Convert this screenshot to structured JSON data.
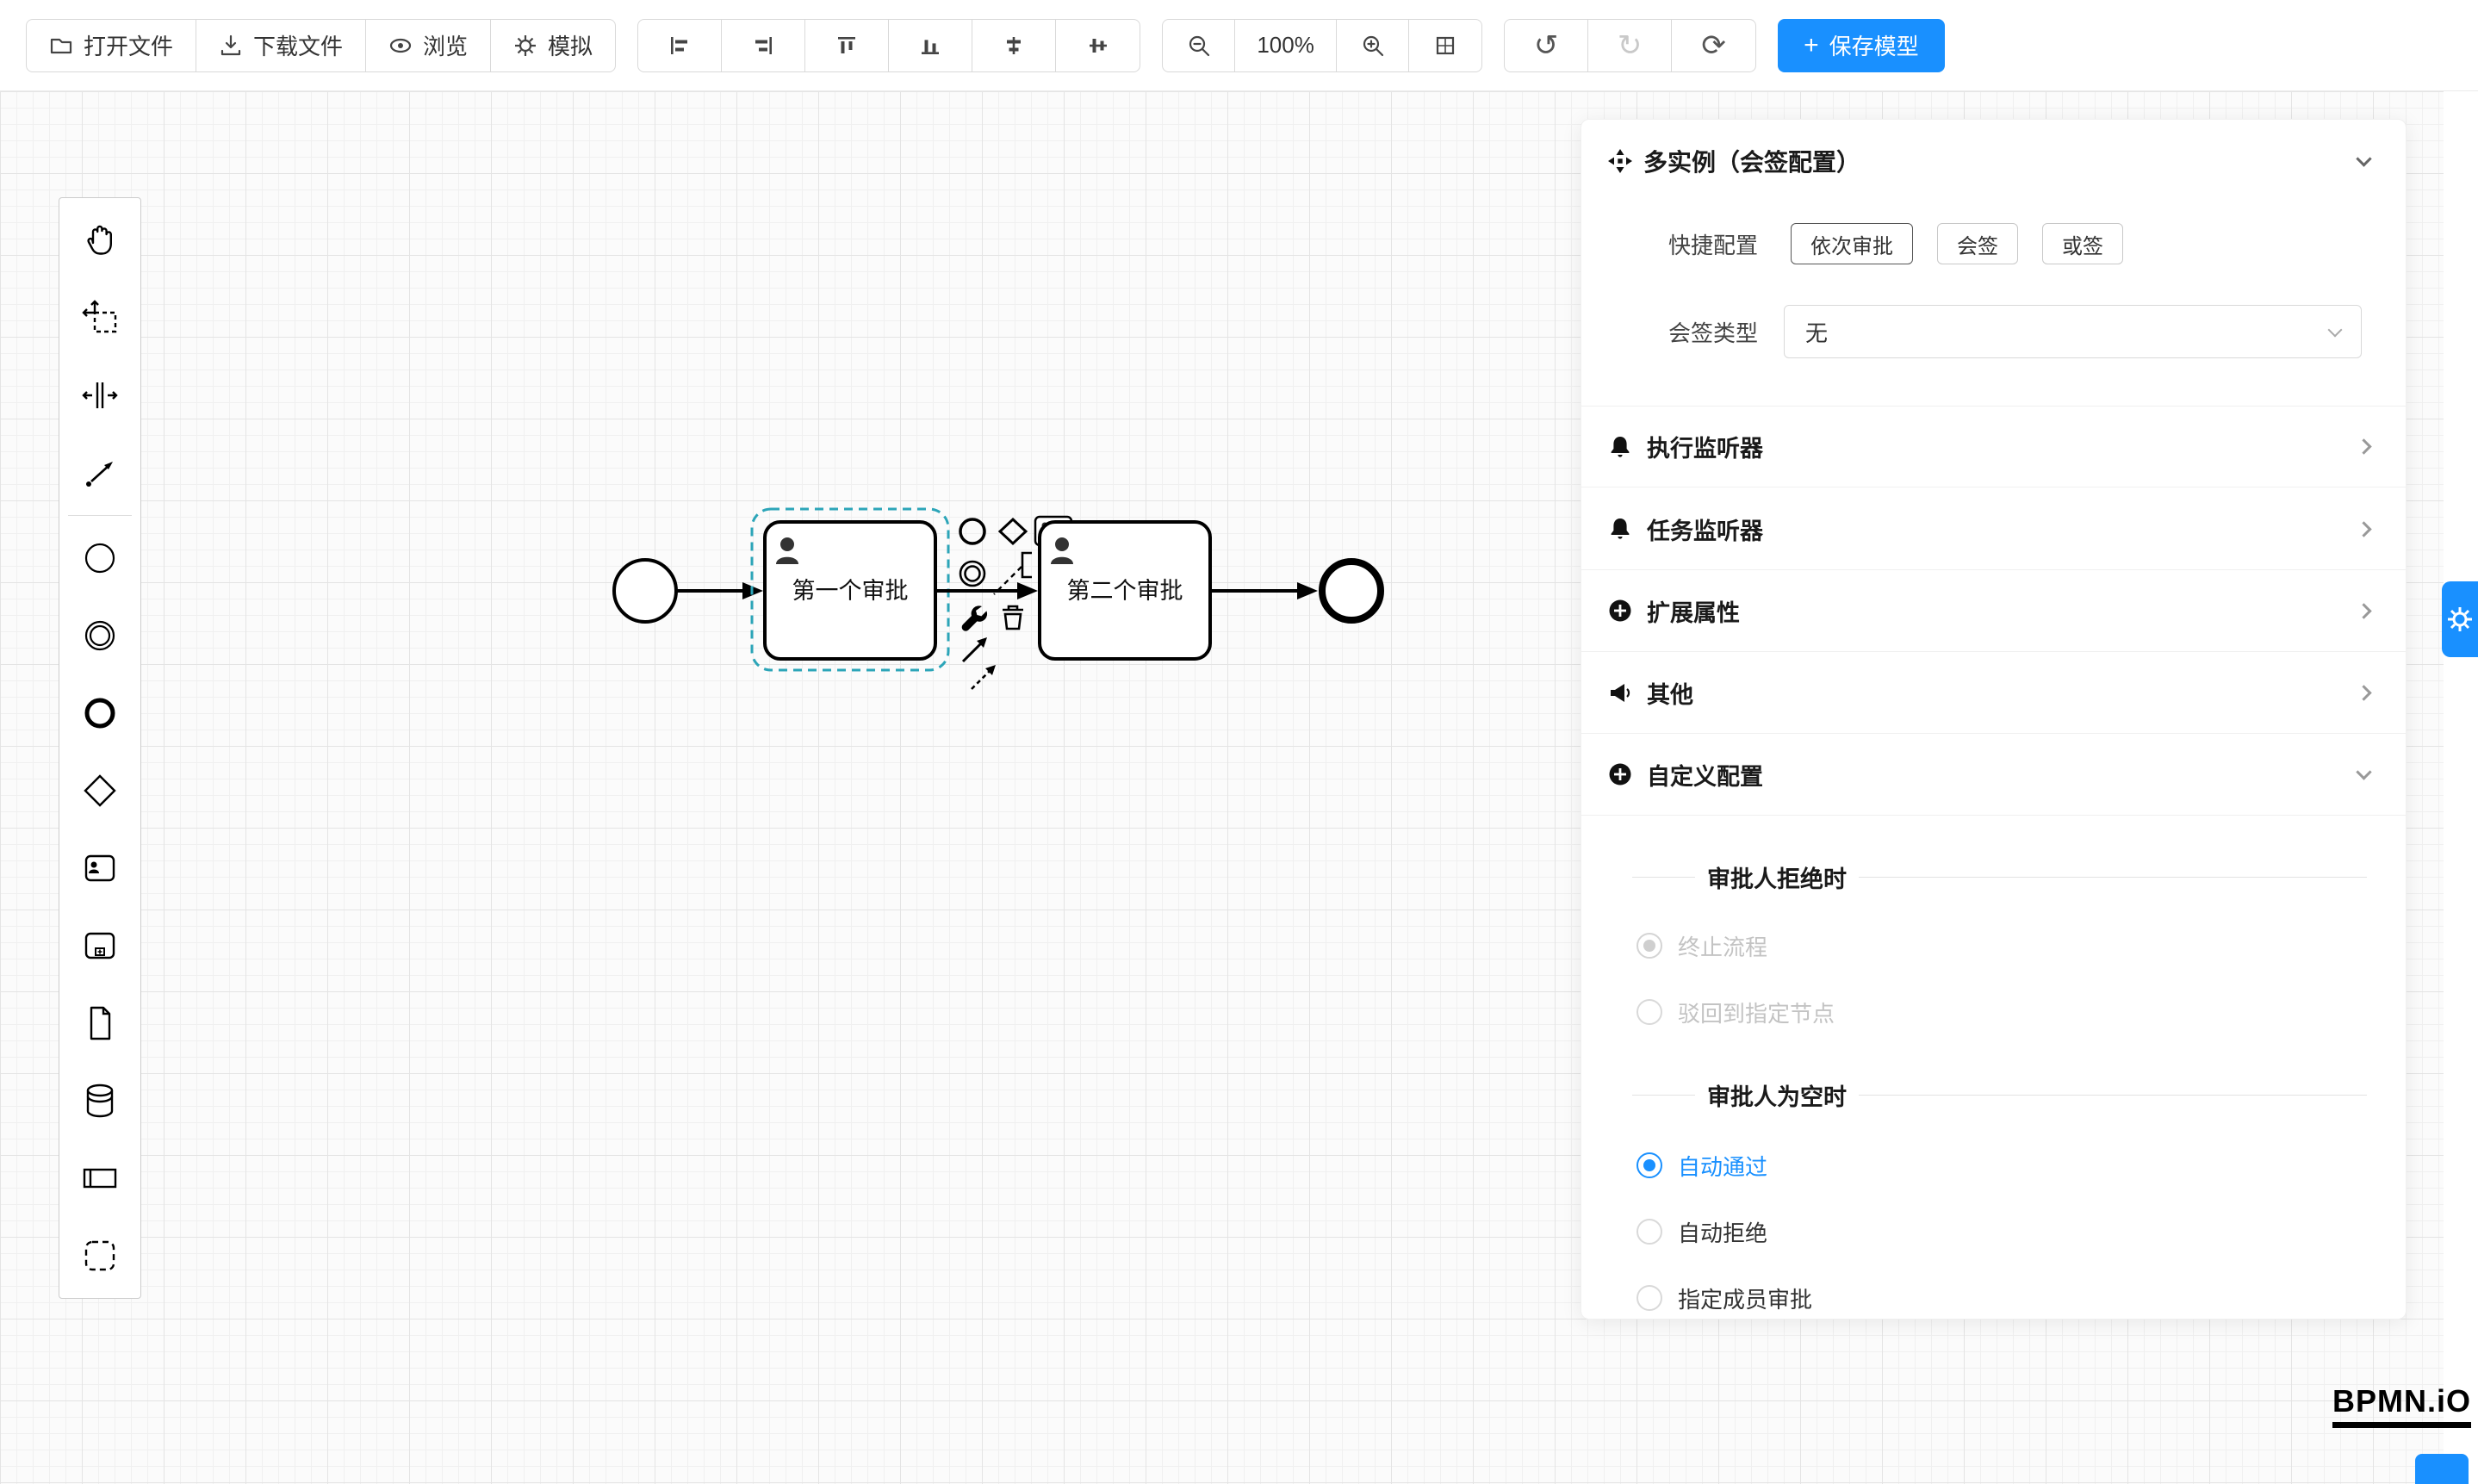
{
  "toolbar": {
    "open_label": "打开文件",
    "download_label": "下载文件",
    "preview_label": "浏览",
    "simulate_label": "模拟",
    "zoom_level": "100%",
    "save_plus": "+",
    "save_label": "保存模型",
    "icons": {
      "undo": "↺",
      "redo": "↻",
      "sync": "⟳"
    },
    "icon_names": [
      "open-folder-icon",
      "download-icon",
      "eye-icon",
      "gear-icon",
      "align-left-icon",
      "align-right-icon",
      "align-top-icon",
      "align-bottom-icon",
      "align-center-h-icon",
      "align-center-v-icon",
      "zoom-out-icon",
      "zoom-in-icon",
      "fit-viewport-icon",
      "undo-icon",
      "redo-icon",
      "sync-icon"
    ]
  },
  "palette": {
    "items": [
      "hand-tool",
      "lasso-tool",
      "space-tool",
      "global-connect-tool",
      "start-event",
      "intermediate-event",
      "end-event",
      "gateway",
      "user-task",
      "subprocess",
      "data-object",
      "data-store",
      "participant-pool",
      "group"
    ]
  },
  "canvas": {
    "tasks": [
      "第一个审批",
      "第二个审批"
    ]
  },
  "panel": {
    "title": "多实例（会签配置）",
    "quick_config_label": "快捷配置",
    "quick_options": [
      "依次审批",
      "会签",
      "或签"
    ],
    "sign_type_label": "会签类型",
    "sign_type_value": "无",
    "sections": [
      {
        "label": "执行监听器"
      },
      {
        "label": "任务监听器"
      },
      {
        "label": "扩展属性"
      },
      {
        "label": "其他"
      },
      {
        "label": "自定义配置"
      }
    ],
    "reject_section": {
      "title": "审批人拒绝时",
      "options": [
        {
          "label": "终止流程",
          "selected": true,
          "disabled": true
        },
        {
          "label": "驳回到指定节点",
          "selected": false,
          "disabled": true
        }
      ]
    },
    "empty_section": {
      "title": "审批人为空时",
      "options": [
        {
          "label": "自动通过",
          "selected": true
        },
        {
          "label": "自动拒绝",
          "selected": false
        },
        {
          "label": "指定成员审批",
          "selected": false
        }
      ]
    }
  },
  "footer": {
    "logo": "BPMN.iO"
  },
  "colors": {
    "accent": "#1990ff",
    "selection": "#2ca5b8"
  }
}
